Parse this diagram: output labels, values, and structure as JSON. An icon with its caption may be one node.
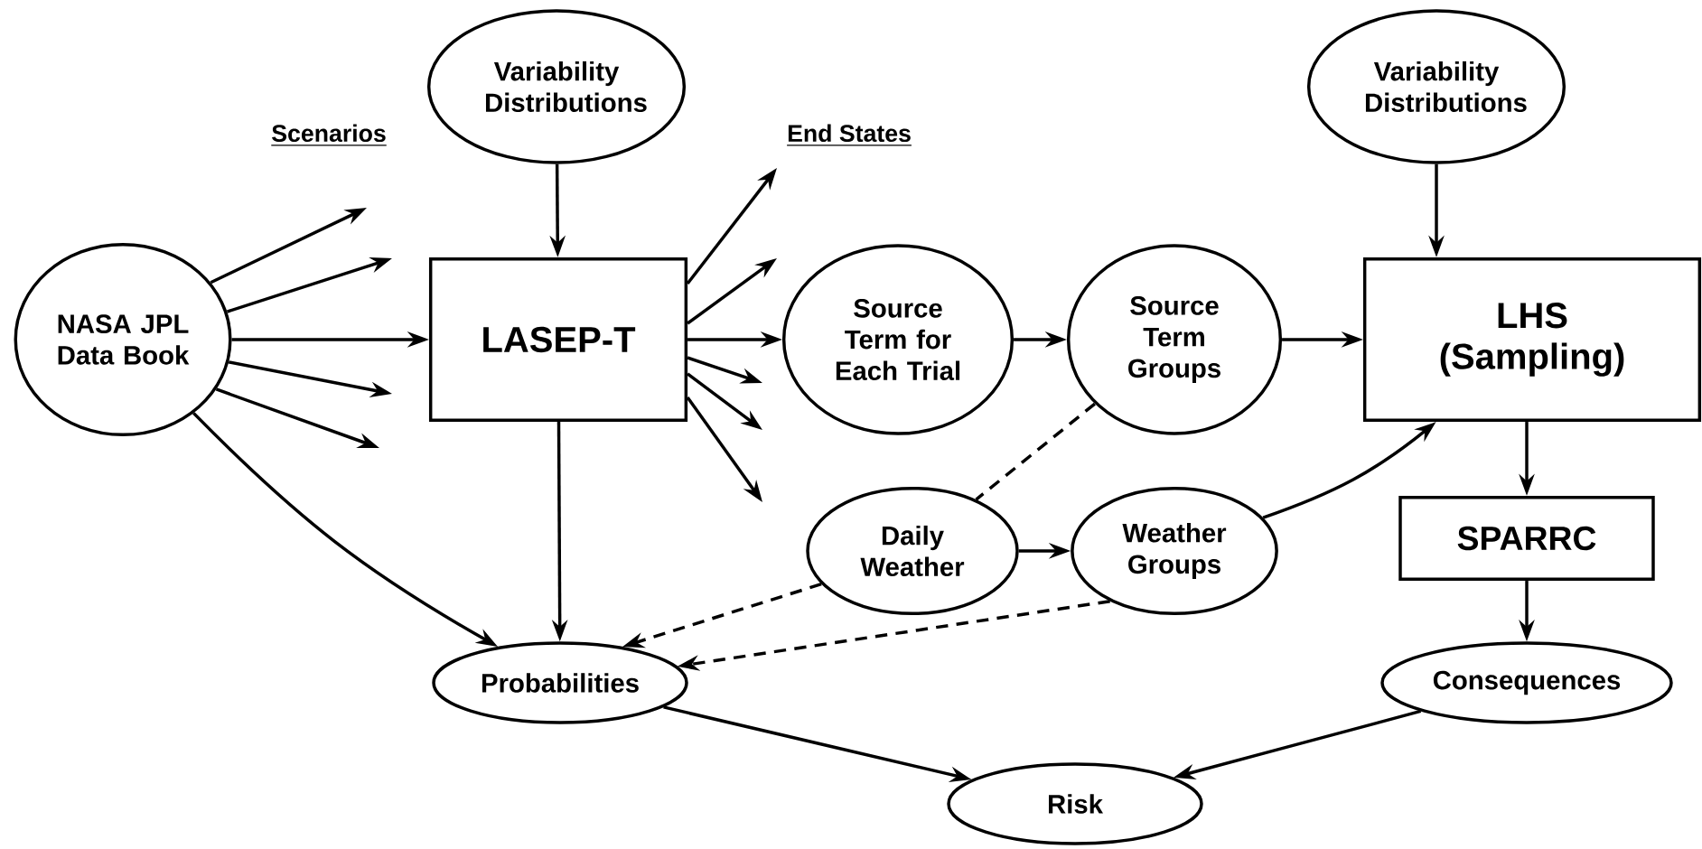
{
  "diagram": {
    "nodes": [
      {
        "text": [
          "Variability Distributions"
        ]
      },
      {
        "text": [
          "Variability Distributions"
        ]
      },
      {
        "text": [
          "NASA JPL Data Book"
        ]
      },
      {
        "text": [
          "LASEP-T"
        ]
      },
      {
        "text": [
          "Source Term for Each Trial"
        ]
      },
      {
        "text": [
          "Source Term Groups"
        ]
      },
      {
        "text": [
          "LHS (Sampling)"
        ]
      },
      {
        "text": [
          "Daily Weather"
        ]
      },
      {
        "text": [
          "Weather Groups"
        ]
      },
      {
        "text": [
          "SPARRC"
        ]
      },
      {
        "text": [
          "Probabilities"
        ]
      },
      {
        "text": [
          "Consequences"
        ]
      },
      {
        "text": [
          "Risk"
        ]
      }
    ],
    "edges": [
      {
        "from": 0,
        "to": 3,
        "arrow": "to"
      },
      {
        "from": 2,
        "to": null,
        "arrow": "to"
      },
      {
        "from": 2,
        "to": null,
        "arrow": "to"
      },
      {
        "from": 2,
        "to": 3,
        "arrow": "to"
      },
      {
        "from": 2,
        "to": null,
        "arrow": "to"
      },
      {
        "from": 2,
        "to": null,
        "arrow": "to"
      },
      {
        "from": 2,
        "to": 10,
        "arrow": "to"
      },
      {
        "from": 3,
        "to": null,
        "arrow": "to"
      },
      {
        "from": 3,
        "to": null,
        "arrow": "to"
      },
      {
        "from": 3,
        "to": 4,
        "arrow": "to"
      },
      {
        "from": 3,
        "to": null,
        "arrow": "to"
      },
      {
        "from": 3,
        "to": null,
        "arrow": "to"
      },
      {
        "from": 3,
        "to": null,
        "arrow": "to"
      },
      {
        "from": 3,
        "to": 10,
        "arrow": "to"
      },
      {
        "from": 4,
        "to": 5,
        "arrow": "to"
      },
      {
        "from": 5,
        "to": 6,
        "arrow": "to"
      },
      {
        "from": 1,
        "to": 6,
        "arrow": "to"
      },
      {
        "from": 5,
        "to": 7,
        "arrow": "none",
        "style": "dashed"
      },
      {
        "from": 7,
        "to": 10,
        "arrow": "to",
        "style": "dashed"
      },
      {
        "from": 7,
        "to": 8,
        "arrow": "to"
      },
      {
        "from": 8,
        "to": 10,
        "arrow": "to",
        "style": "dashed"
      },
      {
        "from": 8,
        "to": 6,
        "arrow": "to"
      },
      {
        "from": 6,
        "to": 9,
        "arrow": "to"
      },
      {
        "from": 9,
        "to": 11,
        "arrow": "to"
      },
      {
        "from": 10,
        "to": 12,
        "arrow": "to"
      },
      {
        "from": 11,
        "to": 12,
        "arrow": "to"
      }
    ],
    "labels": [
      "Scenarios",
      "End States"
    ]
  }
}
